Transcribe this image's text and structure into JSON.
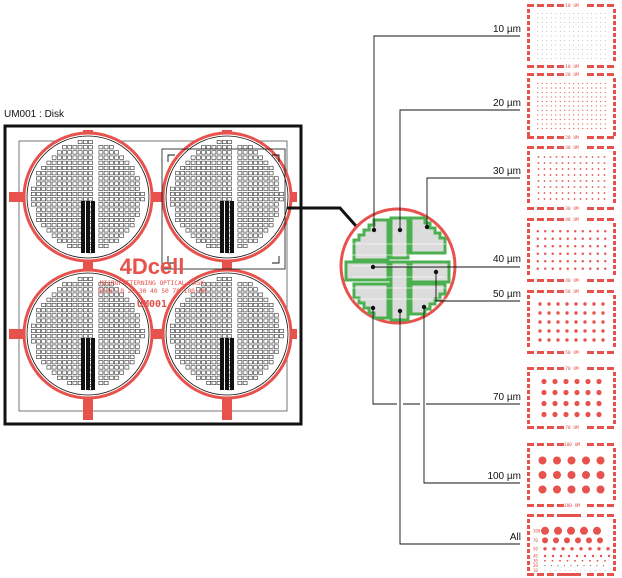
{
  "title": "UM001 : Disk",
  "mask": {
    "logo": "4Dcell",
    "line1": "MICROPATTERNING OPTICAL MASK",
    "line2": "DISK 10 20 30 40 50 70 100 UM",
    "code": "UM001"
  },
  "colors": {
    "red": "#e8524c",
    "green": "#4caf50",
    "grey": "#dcdcdc",
    "black": "#111111"
  },
  "patterns": [
    {
      "label": "10 µm",
      "tile_label": "10 UM",
      "size_um": 10
    },
    {
      "label": "20 µm",
      "tile_label": "20 UM",
      "size_um": 20
    },
    {
      "label": "30 µm",
      "tile_label": "30 UM",
      "size_um": 30
    },
    {
      "label": "40 µm",
      "tile_label": "40 UM",
      "size_um": 40
    },
    {
      "label": "50 µm",
      "tile_label": "50 UM",
      "size_um": 50
    },
    {
      "label": "70 µm",
      "tile_label": "70 UM",
      "size_um": 70
    },
    {
      "label": "100 µm",
      "tile_label": "100 UM",
      "size_um": 100
    },
    {
      "label": "All",
      "tile_label": "",
      "size_um": 0
    }
  ],
  "all_tile_rows": [
    "100",
    "70",
    "50",
    "40",
    "30",
    "20",
    "10"
  ]
}
